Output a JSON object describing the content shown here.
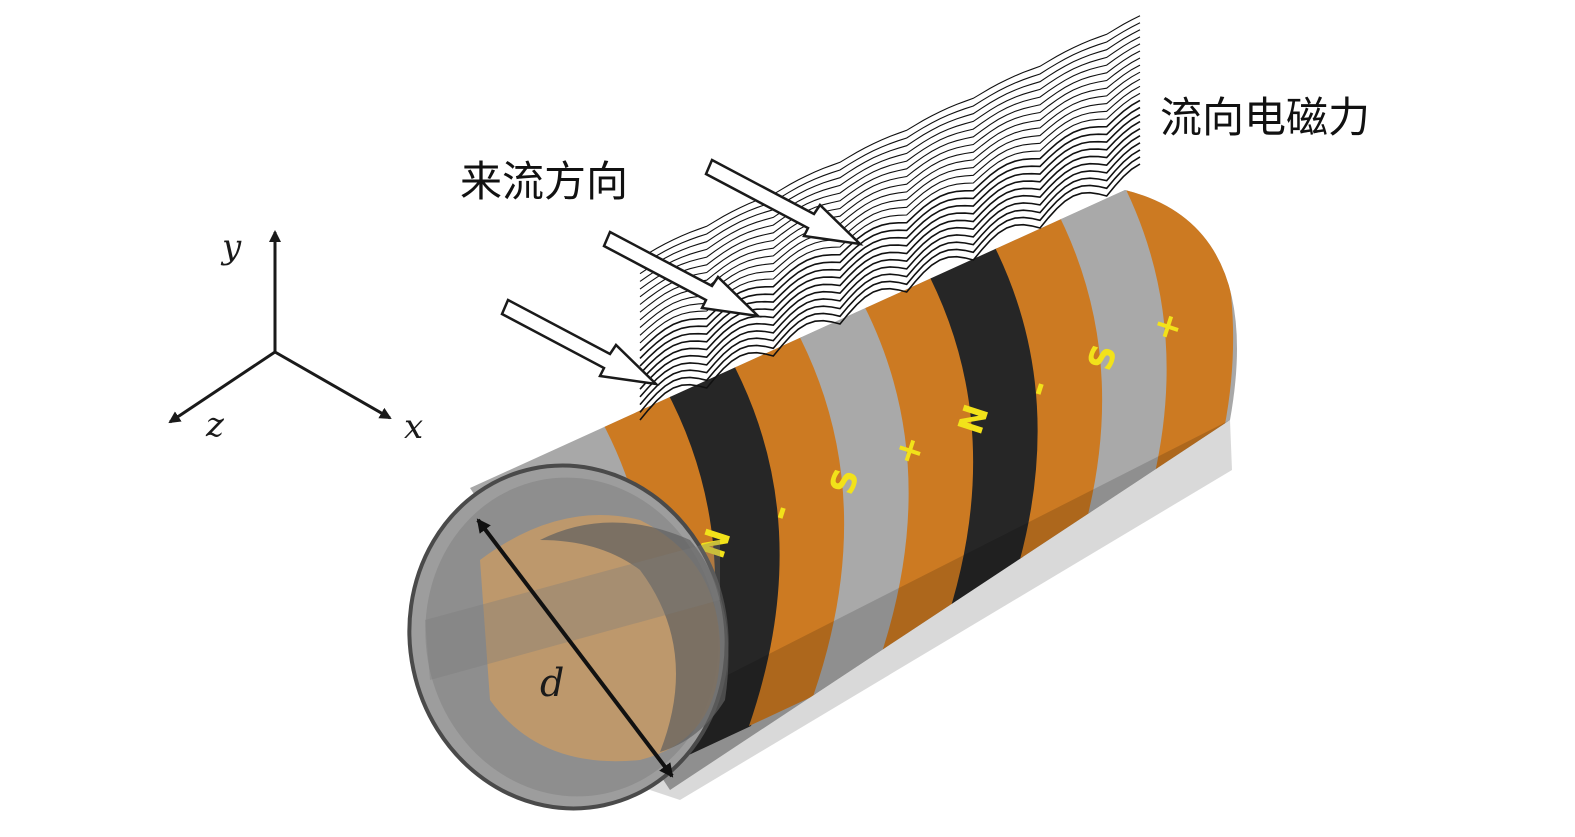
{
  "axes": {
    "y": "y",
    "z": "z",
    "x": "x"
  },
  "labels": {
    "incoming_flow": "来流方向",
    "streamwise_force": "流向电磁力",
    "diameter": "d"
  },
  "bands": [
    {
      "kind": "electrode",
      "text": ""
    },
    {
      "kind": "magnet",
      "text": "N"
    },
    {
      "kind": "electrode",
      "text": "-"
    },
    {
      "kind": "magnet-gray",
      "text": "S"
    },
    {
      "kind": "electrode",
      "text": "+"
    },
    {
      "kind": "magnet",
      "text": "N"
    },
    {
      "kind": "electrode",
      "text": "-"
    },
    {
      "kind": "magnet-gray",
      "text": "S"
    },
    {
      "kind": "electrode",
      "text": "+"
    }
  ],
  "colors": {
    "electrode": "#cc7a22",
    "electrode_dark": "#9a5a14",
    "magnet_dark": "#262626",
    "magnet_gray": "#a9a9a9",
    "pole_text": "#f2e21a",
    "pipe_inner": "#8a8a8a",
    "ink": "#1a1a1a"
  }
}
